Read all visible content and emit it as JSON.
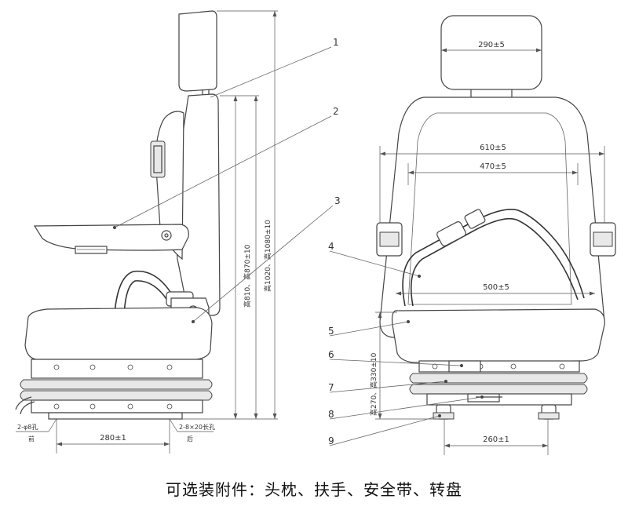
{
  "caption": "可选装附件：头枕、扶手、安全带、转盘",
  "part_numbers": [
    "1",
    "2",
    "3",
    "4",
    "5",
    "6",
    "7",
    "8",
    "9"
  ],
  "dimensions": {
    "headrest_width": "290±5",
    "back_width_outer": "610±5",
    "back_width_inner": "470±5",
    "seat_width": "500±5",
    "mount_spacing_front": "260±1",
    "mount_spacing_side": "280±1",
    "height_810": "高810、高870±10",
    "height_1020": "高1020、高1080±10",
    "height_330": "高270、高330±10",
    "hole_front": "2-φ8孔",
    "hole_front_sub": "前",
    "hole_rear": "2-8×20长孔",
    "hole_rear_sub": "后"
  }
}
